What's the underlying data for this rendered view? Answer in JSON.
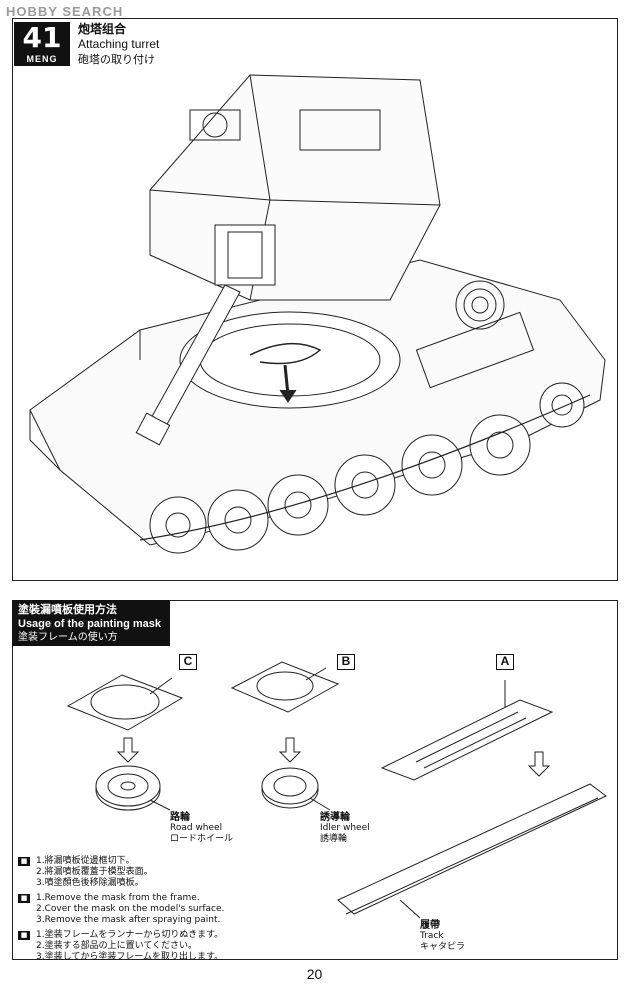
{
  "watermark": "HOBBY SEARCH",
  "step": {
    "number": "41",
    "brand": "MENG",
    "title_cn": "炮塔组合",
    "title_en": "Attaching turret",
    "title_ja": "砲塔の取り付け"
  },
  "mask_section": {
    "title_cn": "塗裝漏噴板使用方法",
    "title_en": "Usage of the painting mask",
    "title_ja": "塗装フレームの使い方",
    "parts": [
      {
        "letter": "C",
        "cn": "路輪",
        "en": "Road wheel",
        "ja": "ロードホイール"
      },
      {
        "letter": "B",
        "cn": "誘導輪",
        "en": "Idler wheel",
        "ja": "誘導輪"
      },
      {
        "letter": "A",
        "cn": "履帶",
        "en": "Track",
        "ja": "キャタピラ"
      }
    ],
    "notes_cn": [
      "1.將漏噴板從邊框切下。",
      "2.將漏噴板覆蓋于模型表面。",
      "3.噴塗顏色後移除漏噴板。"
    ],
    "notes_en": [
      "1.Remove the mask from the frame.",
      "2.Cover the mask on the model's surface.",
      "3.Remove the mask after spraying paint."
    ],
    "notes_ja": [
      "1.塗装フレームをランナーから切りぬきます。",
      "2.塗装する部品の上に置いてください。",
      "3.塗装してから塗装フレームを取り出します。"
    ]
  },
  "page_number": "20"
}
